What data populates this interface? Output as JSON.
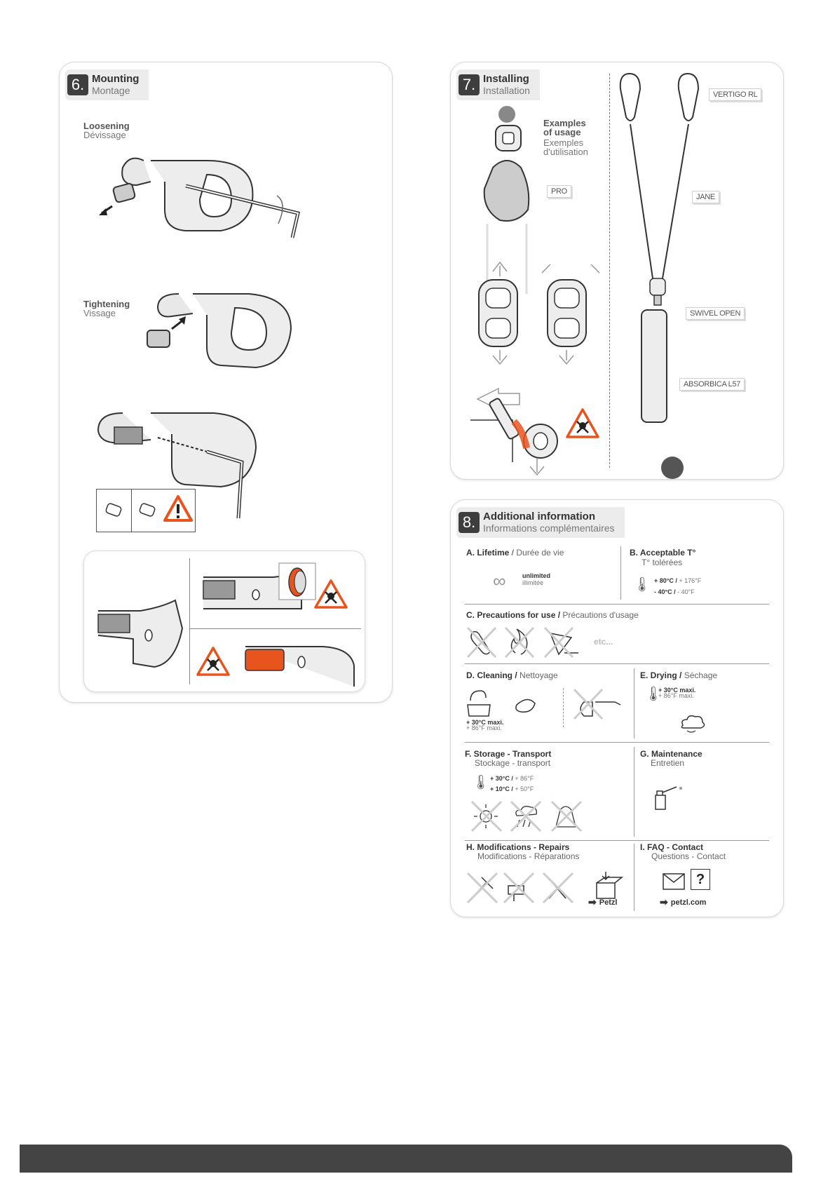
{
  "section6": {
    "num": "6.",
    "title": "Mounting",
    "subtitle": "Montage",
    "loosening": {
      "en": "Loosening",
      "fr": "Dévissage"
    },
    "tightening": {
      "en": "Tightening",
      "fr": "Vissage"
    }
  },
  "section7": {
    "num": "7.",
    "title": "Installing",
    "subtitle": "Installation",
    "examples": {
      "en1": "Examples",
      "en2": "of usage",
      "fr1": "Exemples",
      "fr2": "d'utilisation"
    },
    "tags": {
      "pro": "PRO",
      "vertigo": "VERTIGO RL",
      "jane": "JANE",
      "swivel": "SWIVEL OPEN",
      "absorbica": "ABSORBICA L57"
    }
  },
  "section8": {
    "num": "8.",
    "title": "Additional information",
    "subtitle": "Informations complémentaires",
    "a": {
      "title": "A. Lifetime",
      "fr": "Durée de vie",
      "v1": "unlimited",
      "v2": "illimitée"
    },
    "b": {
      "title": "B. Acceptable T°",
      "fr": "T° tolérées",
      "hi_c": "+ 80°C /",
      "hi_f": "+ 176°F",
      "lo_c": "- 40°C /",
      "lo_f": "- 40°F"
    },
    "c": {
      "title": "C. Precautions for use /",
      "fr": "Précautions d'usage",
      "etc": "etc..."
    },
    "d": {
      "title": "D. Cleaning /",
      "fr": "Nettoyage",
      "v1": "+ 30°C maxi.",
      "v2": "+ 86°F maxi."
    },
    "e": {
      "title": "E. Drying /",
      "fr": "Séchage",
      "v1": "+ 30°C maxi.",
      "v2": "+ 86°F maxi."
    },
    "f": {
      "title": "F. Storage - Transport",
      "fr": "Stockage - transport",
      "hi_c": "+ 30°C /",
      "hi_f": "+ 86°F",
      "lo_c": "+ 10°C /",
      "lo_f": "+ 50°F"
    },
    "g": {
      "title": "G. Maintenance",
      "fr": "Entretien"
    },
    "h": {
      "title": "H. Modifications - Repairs",
      "fr": "Modifications - Réparations",
      "link": "Petzl"
    },
    "i": {
      "title": "I. FAQ - Contact",
      "fr": "Questions - Contact",
      "link": "petzl.com"
    }
  },
  "colors": {
    "accent": "#e8541e",
    "dark": "#444444",
    "panel_border": "#d8d8d8"
  }
}
